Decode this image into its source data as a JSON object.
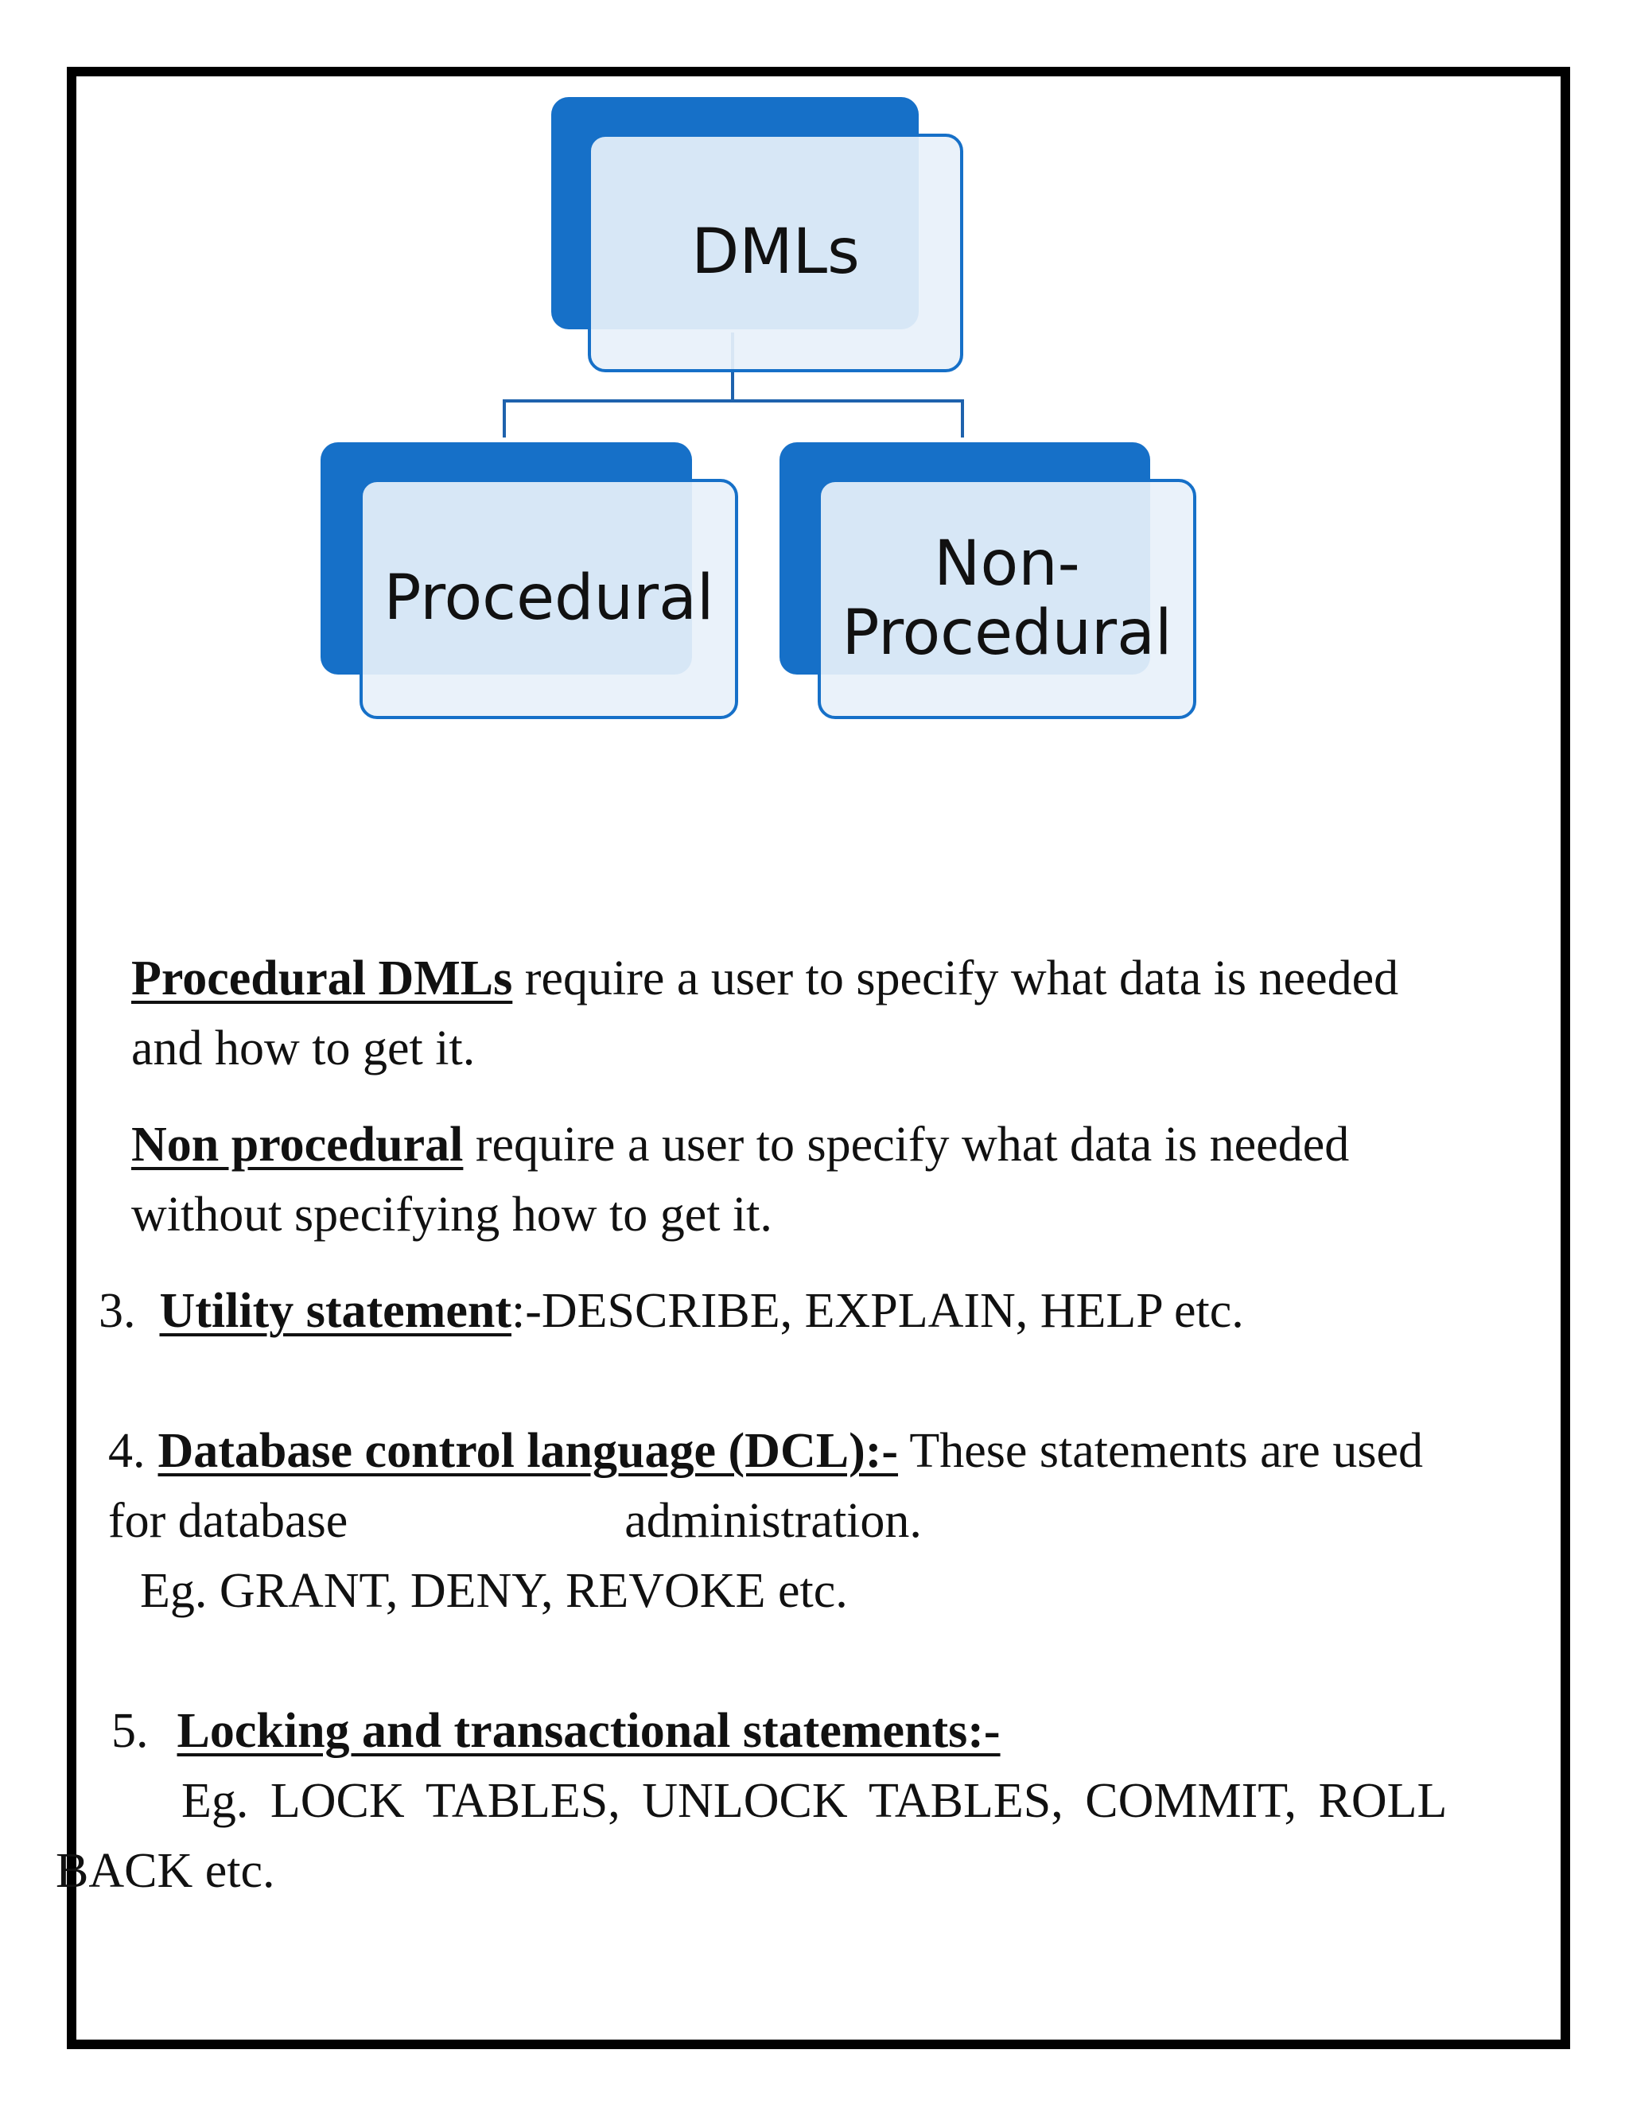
{
  "diagram": {
    "root": "DMLs",
    "children": [
      {
        "label": "Procedural"
      },
      {
        "label_line1": "Non-",
        "label_line2": "Procedural"
      }
    ]
  },
  "paragraphs": {
    "procedural": {
      "term": "Procedural DMLs",
      "text_line1": " require a user to specify what data is needed",
      "text_line2": "and how to get it."
    },
    "non_procedural": {
      "term": "Non procedural",
      "text_line1": " require a user to specify what data is needed",
      "text_line2": "without specifying how to get it."
    }
  },
  "items": {
    "utility": {
      "number": "3.",
      "term": "Utility statement",
      "text": ":-DESCRIBE, EXPLAIN, HELP etc."
    },
    "dcl": {
      "number": "4.",
      "term": "Database control language (DCL):-",
      "text_line1": " These statements are used",
      "text_line2a": "for database",
      "text_line2b": "administration.",
      "example": "Eg. GRANT, DENY, REVOKE etc."
    },
    "locking": {
      "number": "5.",
      "term": "Locking and transactional statements:-",
      "example_line1": "Eg. LOCK TABLES, UNLOCK TABLES, COMMIT, ROLL",
      "example_line2": "BACK etc."
    }
  },
  "colors": {
    "accent": "#1670c8",
    "node_fill": "#e8f1fa",
    "connector": "#1e62ad",
    "border": "#000000"
  }
}
